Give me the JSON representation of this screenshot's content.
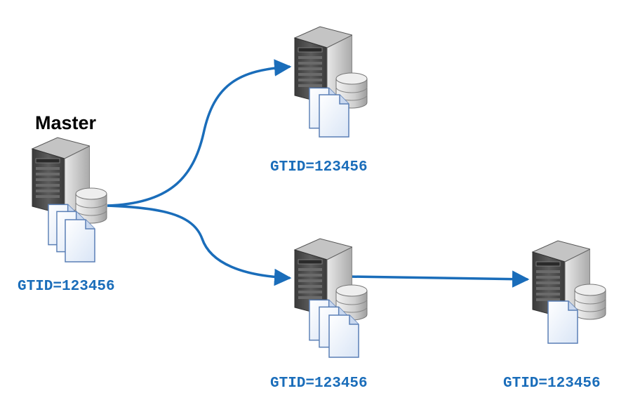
{
  "master": {
    "title": "Master",
    "gtid": "GTID=123456"
  },
  "replicas": [
    {
      "gtid": "GTID=123456"
    },
    {
      "gtid": "GTID=123456"
    },
    {
      "gtid": "GTID=123456"
    }
  ],
  "colors": {
    "arrow": "#1a6dba",
    "gtid_text": "#1a6dba",
    "server_dark": "#4a4a4a",
    "server_light": "#d8d8d8",
    "document_fill": "#eef3fb",
    "document_stroke": "#5a7fb5",
    "disk_fill": "#d9d9d9"
  },
  "icons": [
    "server-icon",
    "database-icon",
    "document-icon"
  ]
}
